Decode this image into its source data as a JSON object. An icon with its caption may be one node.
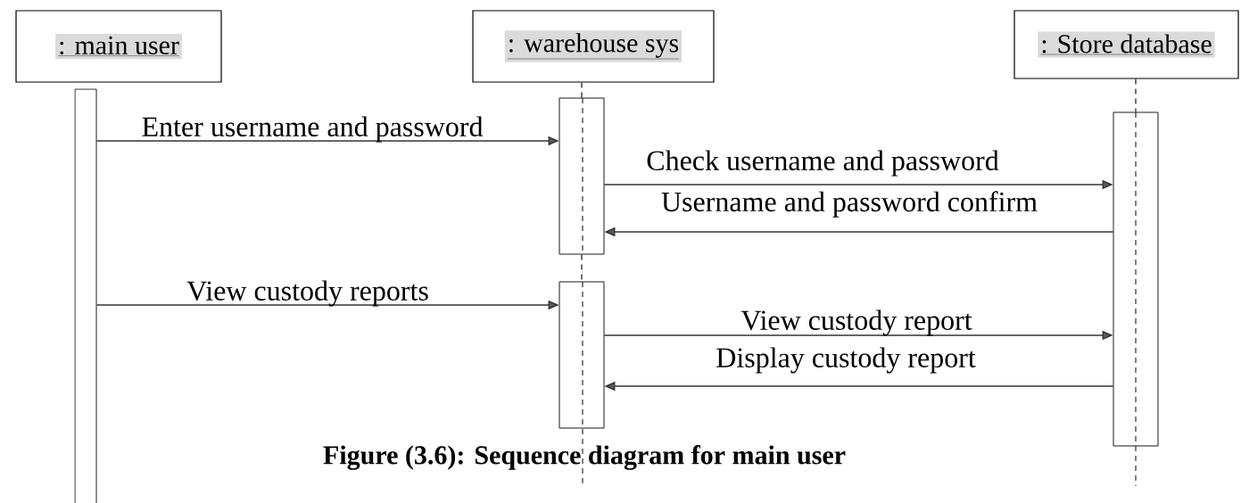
{
  "diagram": {
    "caption": "Figure (3.6): Sequence diagram for main user",
    "nodes": [
      {
        "text": [
          ": main user"
        ]
      },
      {
        "text": [
          ": warehouse sys"
        ]
      },
      {
        "text": [
          ": Store database"
        ]
      },
      {
        "text": [],
        "shape": "bar"
      },
      {
        "text": [],
        "shape": "bar"
      },
      {
        "text": [],
        "shape": "bar"
      },
      {
        "text": [],
        "shape": "bar"
      }
    ],
    "edges": [
      {
        "from": 3,
        "to": 4,
        "arrow": "to",
        "label": "Enter username and password"
      },
      {
        "from": 4,
        "to": 6,
        "arrow": "to",
        "label": "Check username and password"
      },
      {
        "from": 6,
        "to": 4,
        "arrow": "to",
        "label": "Username and password confirm"
      },
      {
        "from": 3,
        "to": 5,
        "arrow": "to",
        "label": "View custody reports"
      },
      {
        "from": 5,
        "to": 6,
        "arrow": "to",
        "label": "View custody report"
      },
      {
        "from": 6,
        "to": 5,
        "arrow": "to",
        "label": "Display custody report"
      },
      {
        "from": 1,
        "to": 4,
        "arrow": "none",
        "style": "dashed"
      },
      {
        "from": 4,
        "to": 5,
        "arrow": "none",
        "style": "dashed"
      },
      {
        "from": 2,
        "to": 6,
        "arrow": "none",
        "style": "dashed"
      }
    ]
  }
}
